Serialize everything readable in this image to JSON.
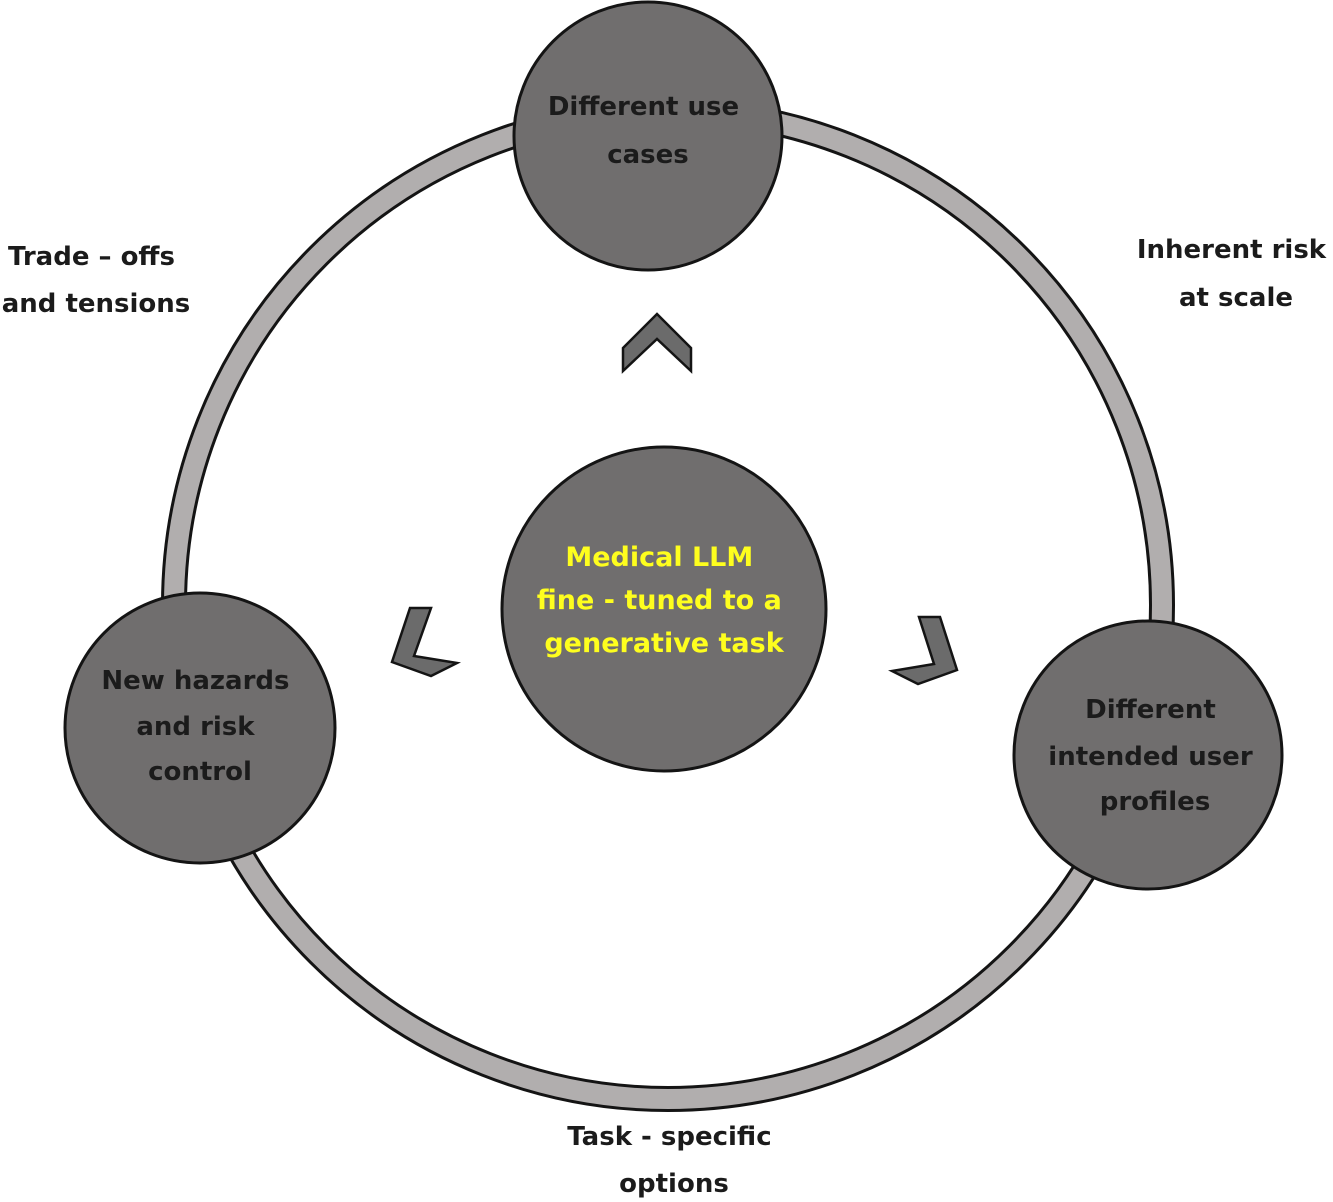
{
  "colors": {
    "ring_fill": "#b1aeae",
    "node_fill": "#706e6e",
    "stroke": "#141414",
    "chevron_fill": "#6b6b6b",
    "center_text": "#fefe1e",
    "node_text": "#1b1b1b"
  },
  "center": {
    "lines": [
      "Medical LLM",
      "fine -  tuned to a",
      "generative task"
    ]
  },
  "nodes": {
    "top": {
      "lines": [
        "Different use",
        "cases"
      ]
    },
    "left": {
      "lines": [
        "New hazards",
        "and risk",
        "control"
      ]
    },
    "right": {
      "lines": [
        "Different",
        "intended user",
        "profiles"
      ]
    }
  },
  "outer_labels": {
    "top_left": {
      "lines": [
        "Trade – offs",
        "and tensions"
      ]
    },
    "top_right": {
      "lines": [
        "Inherent risk",
        "at scale"
      ]
    },
    "bottom": {
      "lines": [
        "Task - specific",
        "options"
      ]
    }
  },
  "chevrons": [
    {
      "direction": "up"
    },
    {
      "direction": "lower-left"
    },
    {
      "direction": "lower-right"
    }
  ]
}
